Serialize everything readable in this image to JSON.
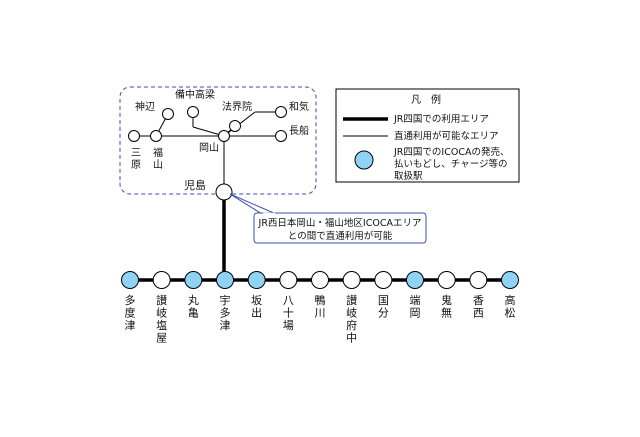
{
  "colors": {
    "ic_station": "#8fd3f4",
    "plain_station": "#ffffff",
    "frame_blue": "#3a4fb0",
    "line": "#000000"
  },
  "okayama_area": {
    "stations": {
      "kamitabe": "神辺",
      "bitchu_takahashi": "備中高梁",
      "hokaiin": "法界院",
      "wake": "和気",
      "osafune": "長船",
      "sanbara": "三原",
      "fukuyama": "福山",
      "okayama": "岡山",
      "kojima": "児島"
    }
  },
  "legend": {
    "title": "凡　例",
    "thick_line": "JR四国での利用エリア",
    "thin_line": "直通利用が可能なエリア",
    "circle_lines": [
      "JR四国でのICOCAの発売、",
      "払いもどし、チャージ等の",
      "取扱駅"
    ]
  },
  "callout": {
    "lines": [
      "JR西日本岡山・福山地区ICOCAエリア",
      "との間で直通利用が可能"
    ]
  },
  "main_line": {
    "stations": [
      {
        "name": "多度津",
        "ic": true
      },
      {
        "name": "讃岐塩屋",
        "ic": false
      },
      {
        "name": "丸亀",
        "ic": true
      },
      {
        "name": "宇多津",
        "ic": true
      },
      {
        "name": "坂出",
        "ic": true
      },
      {
        "name": "八十場",
        "ic": false
      },
      {
        "name": "鴨川",
        "ic": false
      },
      {
        "name": "讃岐府中",
        "ic": false
      },
      {
        "name": "国分",
        "ic": false
      },
      {
        "name": "端岡",
        "ic": true
      },
      {
        "name": "鬼無",
        "ic": false
      },
      {
        "name": "香西",
        "ic": false
      },
      {
        "name": "高松",
        "ic": true
      }
    ]
  }
}
